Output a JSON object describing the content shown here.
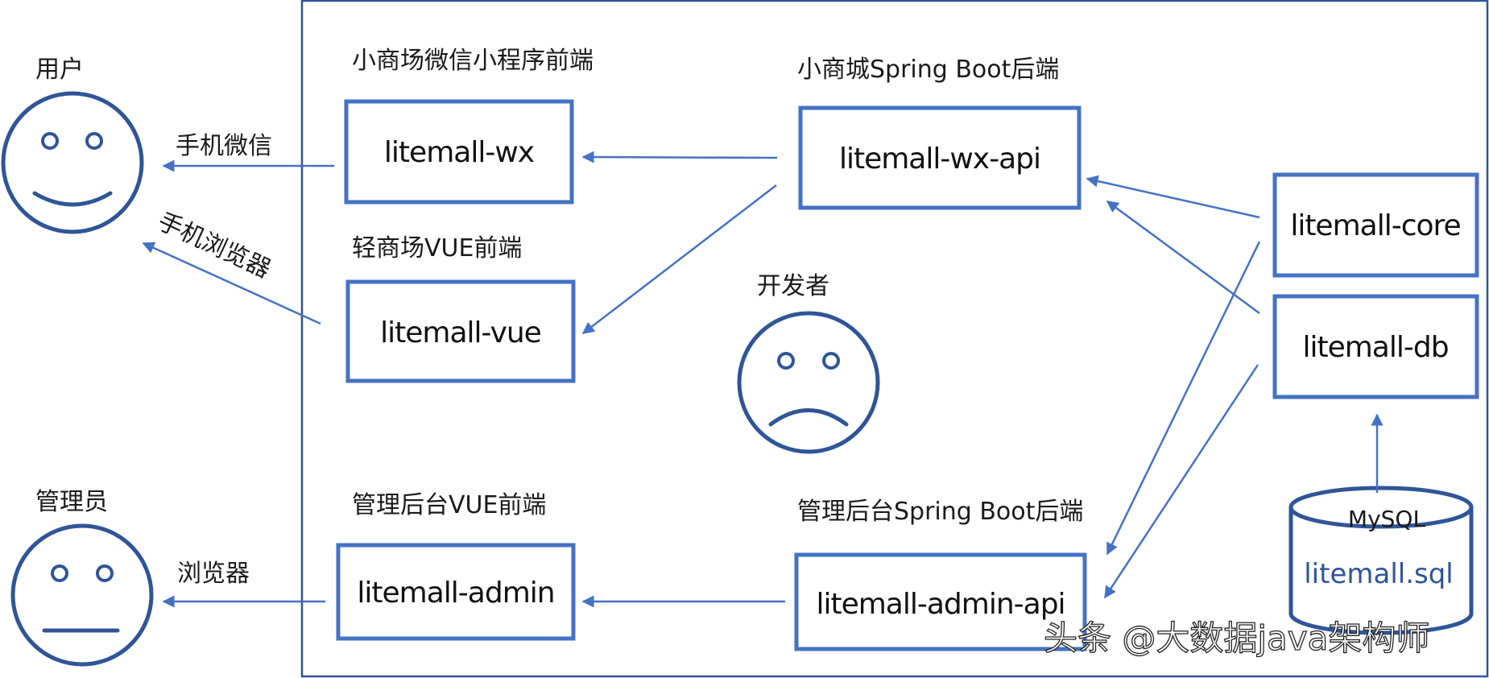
{
  "colors": {
    "box_border": "#4472c4",
    "arrow": "#4472c4",
    "face": "#2f5597",
    "sql_text": "#2f5597",
    "frame": "#2f5597"
  },
  "actors": {
    "user": {
      "label": "用户",
      "icon": "smiling-face-icon"
    },
    "admin": {
      "label": "管理员",
      "icon": "neutral-face-icon"
    },
    "developer": {
      "label": "开发者",
      "icon": "sad-face-icon"
    }
  },
  "components": {
    "wx": {
      "caption": "小商场微信小程序前端",
      "label": "litemall-wx"
    },
    "vue": {
      "caption": "轻商场VUE前端",
      "label": "litemall-vue"
    },
    "admin": {
      "caption": "管理后台VUE前端",
      "label": "litemall-admin"
    },
    "wx_api": {
      "caption": "小商城Spring Boot后端",
      "label": "litemall-wx-api"
    },
    "admin_api": {
      "caption": "管理后台Spring Boot后端",
      "label": "litemall-admin-api"
    },
    "core": {
      "label": "litemall-core"
    },
    "db": {
      "label": "litemall-db"
    }
  },
  "database": {
    "engine": "MySQL",
    "file": "litemall.sql",
    "icon": "database-cylinder-icon"
  },
  "edge_labels": {
    "wx_to_user": "手机微信",
    "vue_to_user": "手机浏览器",
    "admin_to_admin_user": "浏览器"
  },
  "watermark": "头条 @大数据java架构师"
}
